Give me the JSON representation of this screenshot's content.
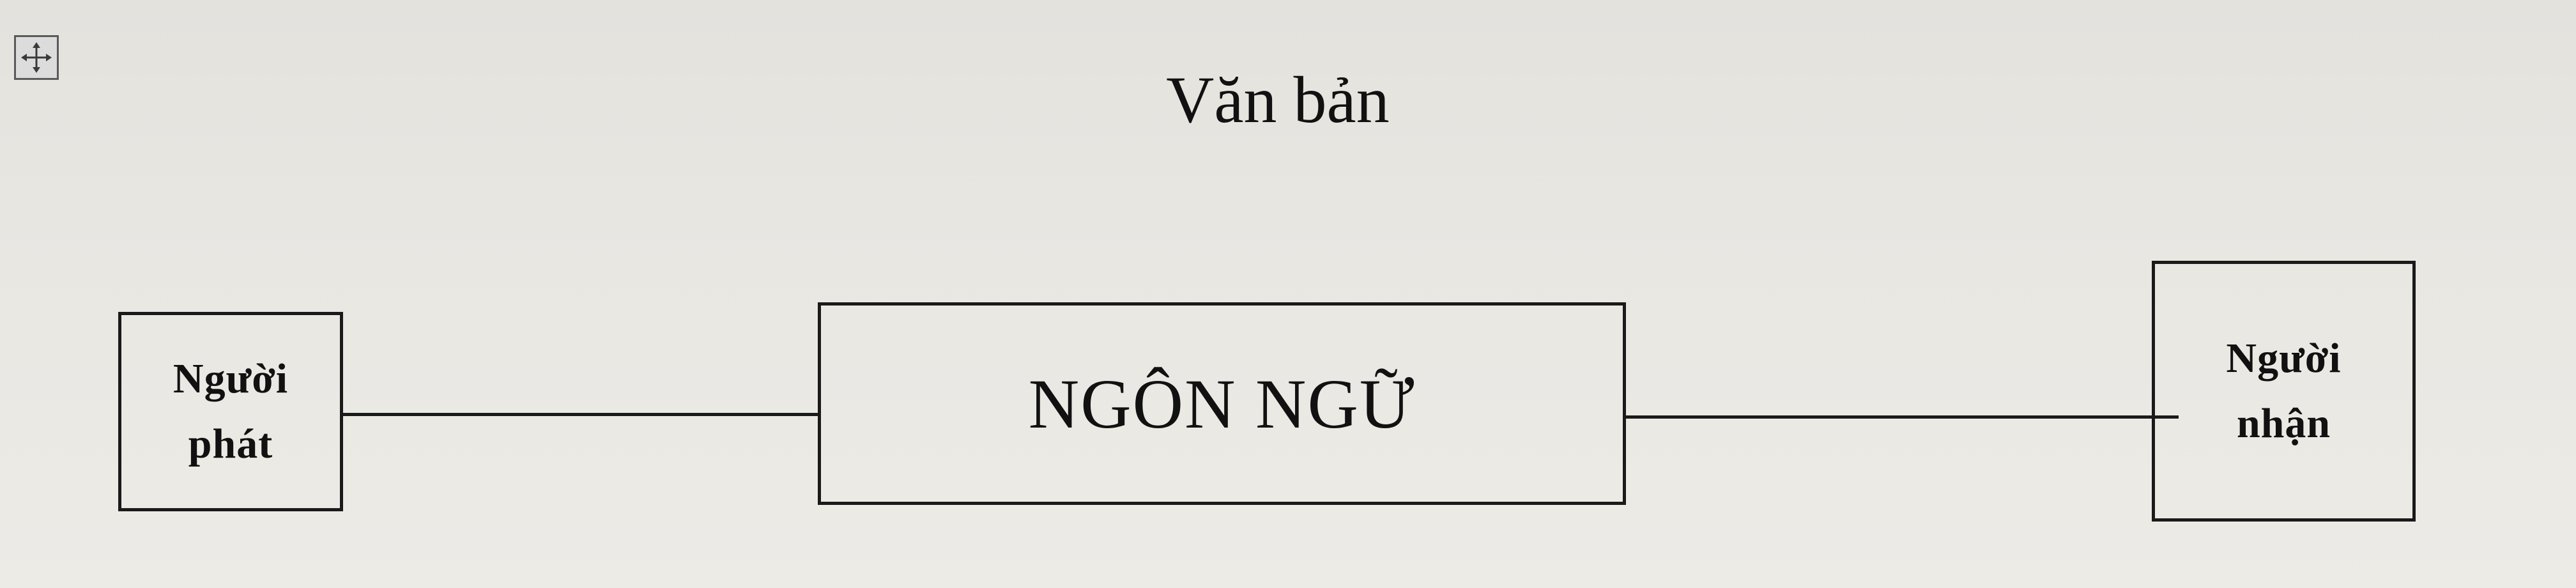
{
  "diagram": {
    "title": "Văn bản",
    "sender": {
      "line1": "Người",
      "line2": "phát"
    },
    "language": {
      "label": "NGÔN NGỮ"
    },
    "receiver": {
      "line1": "Người",
      "line2": "nhận"
    }
  },
  "icons": {
    "move_handle": "move-arrows-icon"
  },
  "colors": {
    "background": "#e9e7e2",
    "ink": "#111111"
  }
}
